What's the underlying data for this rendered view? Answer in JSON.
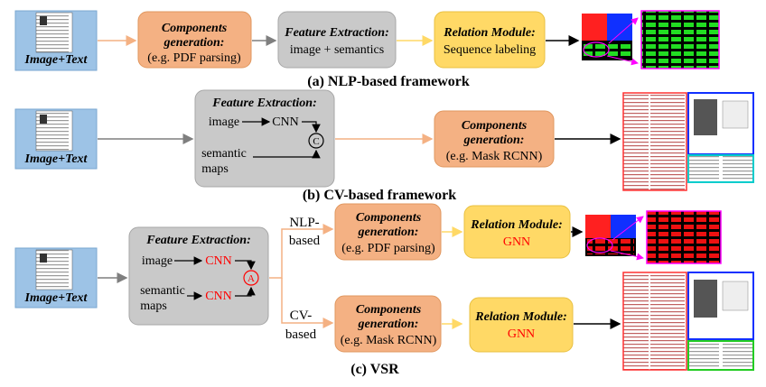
{
  "colors": {
    "orange_fill": "#f4b183",
    "orange_stroke": "#e0975f",
    "gray_fill": "#c9c9c9",
    "gray_stroke": "#a6a6a6",
    "yellow_fill": "#ffd966",
    "yellow_stroke": "#e8c040",
    "blue_fill": "#9dc3e6",
    "arrow_orange": "#f4b183",
    "arrow_gray": "#8c8c8c",
    "arrow_black": "#000000",
    "red_text": "#ff0000",
    "magenta": "#ff00ff"
  },
  "panel_a": {
    "input_label": "Image+Text",
    "components_title": "Components generation:",
    "components_sub": "(e.g. PDF parsing)",
    "feature_title": "Feature Extraction:",
    "feature_sub": "image + semantics",
    "relation_title": "Relation Module:",
    "relation_sub": "Sequence labeling",
    "caption": "(a) NLP-based framework"
  },
  "panel_b": {
    "input_label": "Image+Text",
    "feature_title": "Feature Extraction:",
    "image_label": "image",
    "cnn_label": "CNN",
    "semantic_label_1": "semantic",
    "semantic_label_2": "maps",
    "concat_symbol": "C",
    "components_title": "Components generation:",
    "components_sub": "(e.g. Mask RCNN)",
    "caption": "(b) CV-based framework"
  },
  "panel_c": {
    "input_label": "Image+Text",
    "feature_title": "Feature Extraction:",
    "image_label": "image",
    "cnn_top": "CNN",
    "semantic_label_1": "semantic",
    "semantic_label_2": "maps",
    "cnn_bottom": "CNN",
    "attention_symbol": "A",
    "branch_nlp_1": "NLP-",
    "branch_nlp_2": "based",
    "branch_cv_1": "CV-",
    "branch_cv_2": "based",
    "components_top_title": "Components generation:",
    "components_top_sub": "(e.g. PDF parsing)",
    "components_bottom_title": "Components generation:",
    "components_bottom_sub": "(e.g. Mask RCNN)",
    "relation_top_title": "Relation Module:",
    "relation_top_sub": "GNN",
    "relation_bottom_title": "Relation Module:",
    "relation_bottom_sub": "GNN",
    "caption": "(c) VSR"
  }
}
